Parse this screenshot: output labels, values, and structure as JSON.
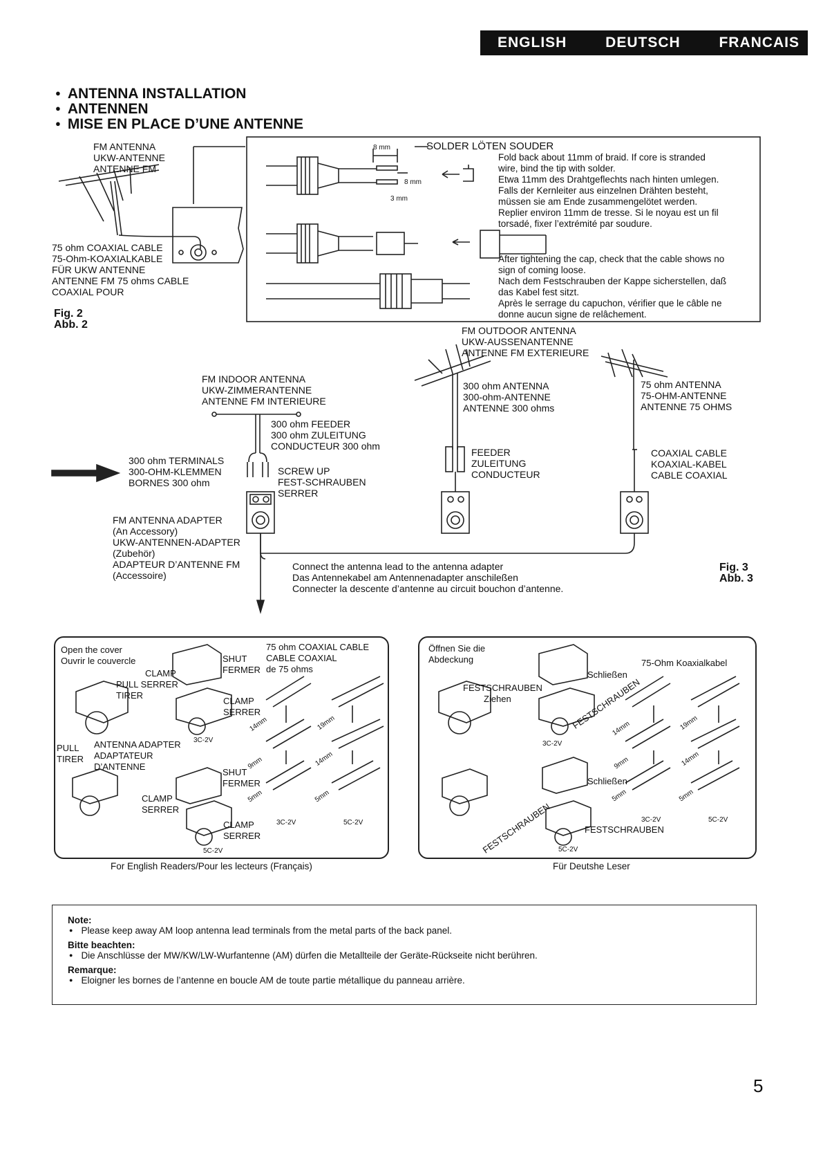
{
  "header": {
    "languages": [
      "ENGLISH",
      "DEUTSCH",
      "FRANCAIS"
    ]
  },
  "headings": [
    "ANTENNA INSTALLATION",
    "ANTENNEN",
    "MISE EN PLACE D’UNE ANTENNE"
  ],
  "fig2": {
    "fm_antenna": "FM ANTENNA\nUKW-ANTENNE\nANTENNE FM",
    "coax_cable": "75 ohm COAXIAL CABLE\n75-Ohm-KOAXIALKABLE\nFÜR UKW ANTENNE\nANTENNE FM 75 ohms CABLE\nCOAXIAL POUR",
    "caption": "Fig. 2\nAbb. 2",
    "dim_8mm_top": "8 mm",
    "dim_8mm": "8 mm",
    "dim_3mm": "3 mm",
    "solder": "SOLDER LÖTEN SOUDER",
    "solder_text": "Fold back about 11mm of braid. If core is stranded\nwire, bind the tip with solder.\nEtwa 11mm des Drahtgeflechts nach hinten umlegen.\nFalls der Kernleiter aus einzelnen Drähten besteht,\nmüssen sie am Ende zusammengelötet werden.\nReplier environ 11mm de tresse. Si le noyau est un fil\ntorsadé, fixer l’extrémité par soudure.",
    "cap_text": "After tightening the cap, check that the cable shows no\nsign of coming loose.\nNach dem Festschrauben der Kappe sicherstellen, daß\ndas Kabel fest sitzt.\nAprès le serrage du capuchon, vérifier que le câble ne\ndonne aucun signe de relâchement."
  },
  "fig3": {
    "outdoor": "FM OUTDOOR ANTENNA\nUKW-AUSSENANTENNE\nANTENNE FM EXTERIEURE",
    "indoor": "FM INDOOR ANTENNA\nUKW-ZIMMERANTENNE\nANTENNE FM INTERIEURE",
    "ant300": "300 ohm ANTENNA\n300-ohm-ANTENNE\nANTENNE 300 ohms",
    "ant75": "75 ohm ANTENNA\n75-OHM-ANTENNE\nANTENNE 75 OHMS",
    "feeder300": "300 ohm FEEDER\n300 ohm ZULEITUNG\nCONDUCTEUR 300 ohm",
    "terminals": "300 ohm TERMINALS\n300-OHM-KLEMMEN\nBORNES 300 ohm",
    "screw": "SCREW UP\nFEST-SCHRAUBEN\nSERRER",
    "feeder": "FEEDER\nZULEITUNG\nCONDUCTEUR",
    "coax": "COAXIAL CABLE\nKOAXIAL-KABEL\nCABLE COAXIAL",
    "adapter": "FM ANTENNA ADAPTER\n(An Accessory)\nUKW-ANTENNEN-ADAPTER\n(Zubehör)\nADAPTEUR D’ANTENNE FM\n(Accessoire)",
    "connect": "Connect the antenna lead to the antenna adapter\nDas Antennekabel am Antennenadapter anschileßen\nConnecter la descente d’antenne au circuit bouchon d’antenne.",
    "caption": "Fig. 3\nAbb. 3"
  },
  "panel_en_fr": {
    "open_cover": "Open the cover\nOuvrir le couvercle",
    "clamp1": "CLAMP",
    "pull": "PULL SERRER\nTIRER",
    "shut1": "SHUT\nFERMER",
    "coax": "75 ohm COAXIAL CABLE\nCABLE COAXIAL\nde 75 ohms",
    "clamp_serrer1": "CLAMP\nSERRER",
    "pull_tirer": "PULL\nTIRER",
    "adapter": "ANTENNA ADAPTER\nADAPTATEUR\nD’ANTENNE",
    "spec_3c2v_a": "3C-2V",
    "shut2": "SHUT\nFERMER",
    "clamp_serrer2": "CLAMP\nSERRER",
    "clamp_serrer3": "CLAMP\nSERRER",
    "spec_5c2v_a": "5C-2V",
    "spec_3c2v_b": "3C-2V",
    "spec_5c2v_b": "5C-2V",
    "m14": "14mm",
    "m19": "19mm",
    "m9": "9mm",
    "m14b": "14mm",
    "m5": "5mm",
    "m5b": "5mm",
    "caption": "For English Readers/Pour les lecteurs (Français)"
  },
  "panel_de": {
    "open_cover": "Öffnen Sie die\nAbdeckung",
    "coax": "75-Ohm Koaxialkabel",
    "schliessen1": "Schließen",
    "festschrauben1": "FESTSCHRAUBEN",
    "ziehen": "Ziehen",
    "festschrauben_rot": "FESTSCHRAUBEN",
    "spec_3c2v_a": "3C-2V",
    "schliessen2": "Schließen",
    "festschrauben_rot2": "FESTSCHRAUBEN",
    "festschrauben2": "FESTSCHRAUBEN",
    "spec_3c2v_b": "3C-2V",
    "spec_5c2v_b": "5C-2V",
    "spec_5c2v_a": "5C-2V",
    "m14": "14mm",
    "m19": "19mm",
    "m9": "9mm",
    "m14b": "14mm",
    "m5": "5mm",
    "m5b": "5mm",
    "caption": "Für Deutshe Leser"
  },
  "note": {
    "h1": "Note:",
    "b1": "Please keep away AM loop antenna lead terminals from the metal parts of the back panel.",
    "h2": "Bitte beachten:",
    "b2": "Die Anschlüsse der MW/KW/LW-Wurfantenne (AM) dürfen die Metallteile der Geräte-Rückseite nicht berühren.",
    "h3": "Remarque:",
    "b3": "Eloigner les bornes de l’antenne en boucle AM de toute partie métallique du panneau arrière."
  },
  "page_number": "5"
}
